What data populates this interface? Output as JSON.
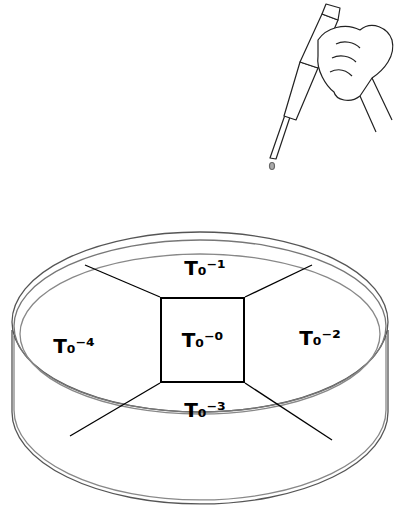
{
  "diagram": {
    "nodes": [
      {
        "text": [
          "T₀⁻⁰"
        ]
      }
    ],
    "labels": [
      "T₀⁻¹",
      "T₀⁻²",
      "T₀⁻³",
      "T₀⁻⁴"
    ]
  }
}
